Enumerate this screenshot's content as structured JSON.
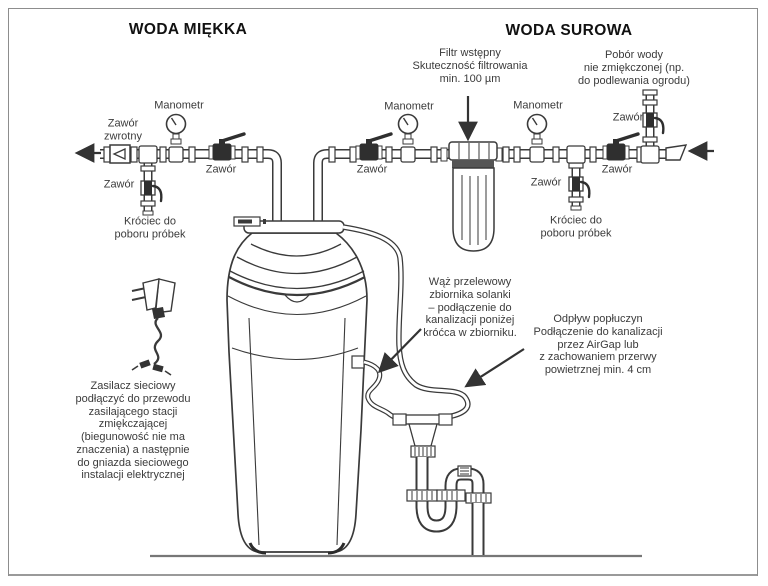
{
  "diagram": {
    "title_left": "WODA MIĘKKA",
    "title_right": "WODA SUROWA",
    "labels": {
      "zawor": "Zawór",
      "zawor_zwrotny": "Zawór\nzwrotny",
      "manometr": "Manometr",
      "krociec": "Króciec do\npoboru próbek",
      "filtr": "Filtr wstępny\nSkuteczność filtrowania\nmin. 100 µm",
      "pobor": "Pobór wody\nnie zmiękczonej (np.\ndo podlewania ogrodu)",
      "waz": "Wąż przelewowy\nzbiornika solanki\n– podłączenie do\nkanalizacji poniżej\nkróćca w zbiorniku.",
      "odplyw": "Odpływ popłuczyn\nPodłączenie do kanalizacji\nprzez AirGap lub\nz zachowaniem przerwy\npowietrznej min. 4 cm",
      "zasilacz": "Zasilacz sieciowy\npodłączyć do przewodu\nzasilającego stacji\nzmiękczającej\n(biegunowość nie ma\nznaczenia) a następnie\ndo gniazda sieciowego\ninstalacji elektrycznej"
    },
    "colors": {
      "line": "#3a3a3a",
      "text": "#3b3b3b",
      "border": "#8d8d8d",
      "floor": "#777777"
    }
  }
}
